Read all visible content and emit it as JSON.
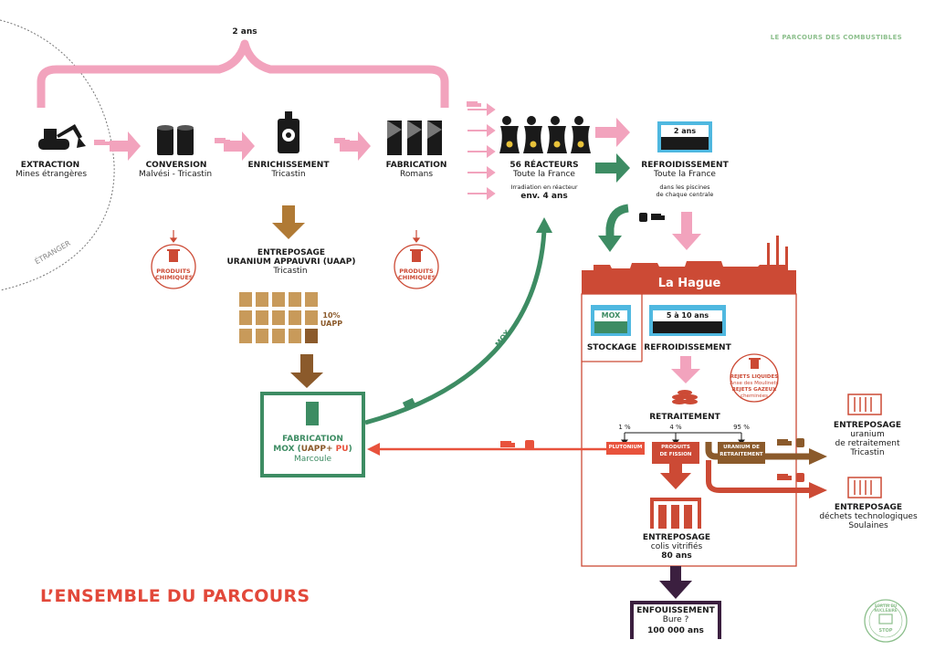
{
  "header": "LE PARCOURS DES COMBUSTIBLES",
  "title": "L’ENSEMBLE DU PARCOURS",
  "duration_top": "2 ans",
  "etranger": "ÉTRANGER",
  "extraction": {
    "title": "EXTRACTION",
    "sub": "Mines étrangères"
  },
  "conversion": {
    "title": "CONVERSION",
    "sub": "Malvési - Tricastin"
  },
  "enrichissement": {
    "title": "ENRICHISSEMENT",
    "sub": "Tricastin"
  },
  "fabrication": {
    "title": "FABRICATION",
    "sub": "Romans"
  },
  "reacteurs": {
    "title": "56 RÉACTEURS",
    "sub": "Toute la France",
    "note": "Irradiation en réacteur",
    "duration": "env. 4 ans"
  },
  "refroidissement": {
    "title": "REFROIDISSEMENT",
    "sub": "Toute la France",
    "note1": "dans les piscines",
    "note2": "de chaque centrale",
    "pool_label": "2 ans"
  },
  "produits_chimiques": {
    "l1": "PRODUITS",
    "l2": "CHIMIQUES"
  },
  "uapp": {
    "l1": "ENTREPOSAGE",
    "l2": "URANIUM APPAUVRI (UAAP)",
    "l3": "Tricastin",
    "pct": "10%",
    "unit": "UAPP"
  },
  "mox_fab": {
    "l1": "FABRICATION",
    "l2a": "MOX (",
    "l2b": "UAPP+ ",
    "l2c": "PU",
    "l2d": ")",
    "l3": "Marcoule"
  },
  "mox_arrow": "MOX",
  "lahague": {
    "title": "La Hague",
    "stockage_pool": "MOX",
    "stockage": "STOCKAGE",
    "refroid_pool": "5 à 10 ans",
    "refroid": "REFROIDISSEMENT",
    "retraitement": "RETRAITEMENT",
    "rejets": {
      "l1": "REJETS LIQUIDES",
      "l2": "Anse des Moulinets",
      "l3": "REJETS GAZEUX",
      "l4": "cheminées"
    },
    "pct_pu": "1 %",
    "pct_pf": "4 %",
    "pct_ur": "95 %",
    "plutonium": "PLUTONIUM",
    "pf1": "PRODUITS",
    "pf2": "DE FISSION",
    "ur1": "URANIUM DE",
    "ur2": "RETRAITEMENT",
    "colis": {
      "l1": "ENTREPOSAGE",
      "l2": "colis vitrifiés",
      "l3": "80 ans"
    }
  },
  "entreposage_ur": {
    "l1": "ENTREPOSAGE",
    "l2": "uranium",
    "l3": "de retraitement",
    "l4": "Tricastin"
  },
  "entreposage_dt": {
    "l1": "ENTREPOSAGE",
    "l2": "déchets technologiques",
    "l3": "Soulaines"
  },
  "enfouissement": {
    "l1": "ENFOUISSEMENT",
    "l2": "Bure ?",
    "l3": "100 000 ans"
  },
  "stamp": {
    "top": "SORTIR DU NUCLÉAIRE",
    "bottom": "STOP"
  },
  "colors": {
    "pink": "#f2a3bd",
    "green": "#3d8c63",
    "orange": "#e8523c",
    "brown": "#8b5a2b",
    "red": "#cc4a35",
    "purple": "#3b1f3f",
    "tan": "#c89a5a",
    "blue": "#4fb8e0"
  }
}
